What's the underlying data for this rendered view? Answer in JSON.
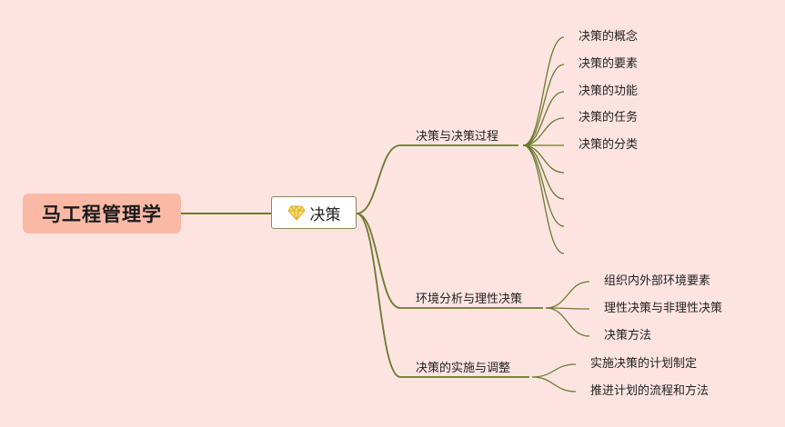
{
  "root": {
    "label": "马工程管理学"
  },
  "main": {
    "label": "决策",
    "icon": "gem-icon",
    "icon_color": "#f4d03f"
  },
  "branches": [
    {
      "label": "决策与决策过程",
      "children": [
        "决策的概念",
        "决策的要素",
        "决策的功能",
        "决策的任务",
        "决策的分类",
        "",
        "",
        "",
        ""
      ]
    },
    {
      "label": "环境分析与理性决策",
      "children": [
        "组织内外部环境要素",
        "理性决策与非理性决策",
        "决策方法"
      ]
    },
    {
      "label": "决策的实施与调整",
      "children": [
        "实施决策的计划制定",
        "推进计划的流程和方法"
      ]
    }
  ],
  "colors": {
    "line": "#6b7a2e",
    "background": "#fde4e1",
    "root_fill": "#f9b9a5"
  }
}
